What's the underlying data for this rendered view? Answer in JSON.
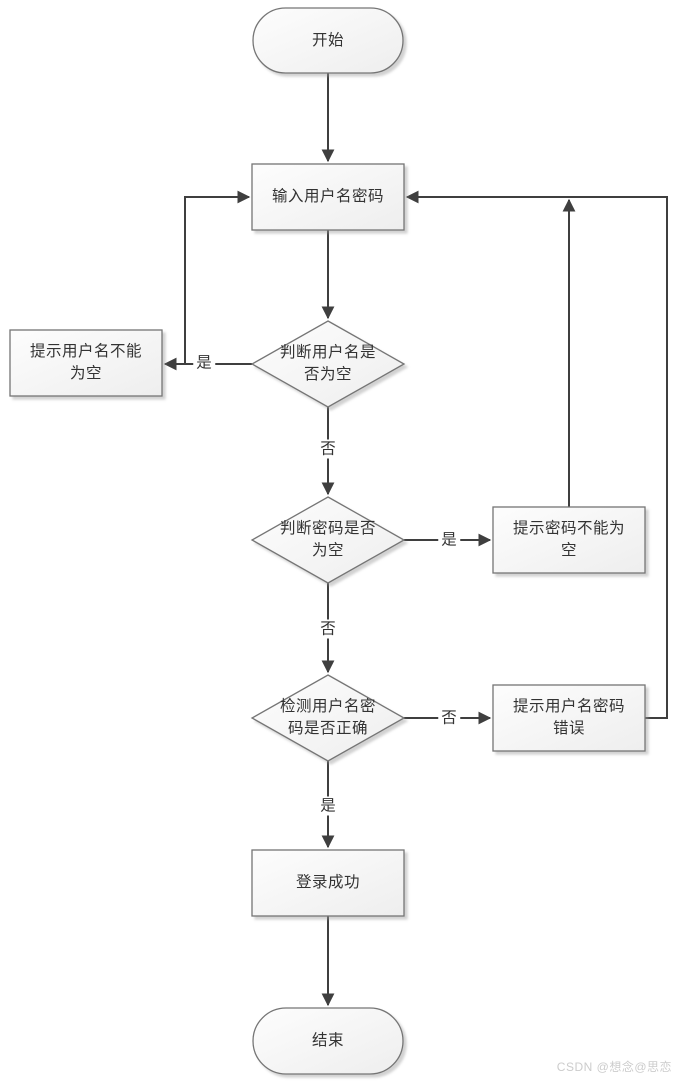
{
  "nodes": {
    "start": {
      "label": "开始",
      "type": "terminator"
    },
    "input": {
      "label": "输入用户名密码",
      "type": "process"
    },
    "check_username_empty": {
      "label": "判断用户名是否为空",
      "type": "decision"
    },
    "prompt_username_empty": {
      "label": "提示用户名不能为空",
      "type": "process"
    },
    "check_password_empty": {
      "label": "判断密码是否为空",
      "type": "decision"
    },
    "prompt_password_empty": {
      "label": "提示密码不能为空",
      "type": "process"
    },
    "check_credentials": {
      "label": "检测用户名密码是否正确",
      "type": "decision"
    },
    "prompt_credentials_wrong": {
      "label": "提示用户名密码错误",
      "type": "process"
    },
    "login_success": {
      "label": "登录成功",
      "type": "process"
    },
    "end": {
      "label": "结束",
      "type": "terminator"
    }
  },
  "edge_labels": {
    "username_empty_yes": "是",
    "username_empty_no": "否",
    "password_empty_yes": "是",
    "password_empty_no": "否",
    "credentials_no": "否",
    "credentials_yes": "是"
  },
  "watermark": "CSDN @想念@思恋",
  "colors": {
    "line": "#3f3f3f",
    "node_border": "#757575",
    "node_fill_top": "#fdfdfd",
    "node_fill_bottom": "#eeeeee",
    "text": "#333333",
    "watermark": "#cccccc"
  }
}
